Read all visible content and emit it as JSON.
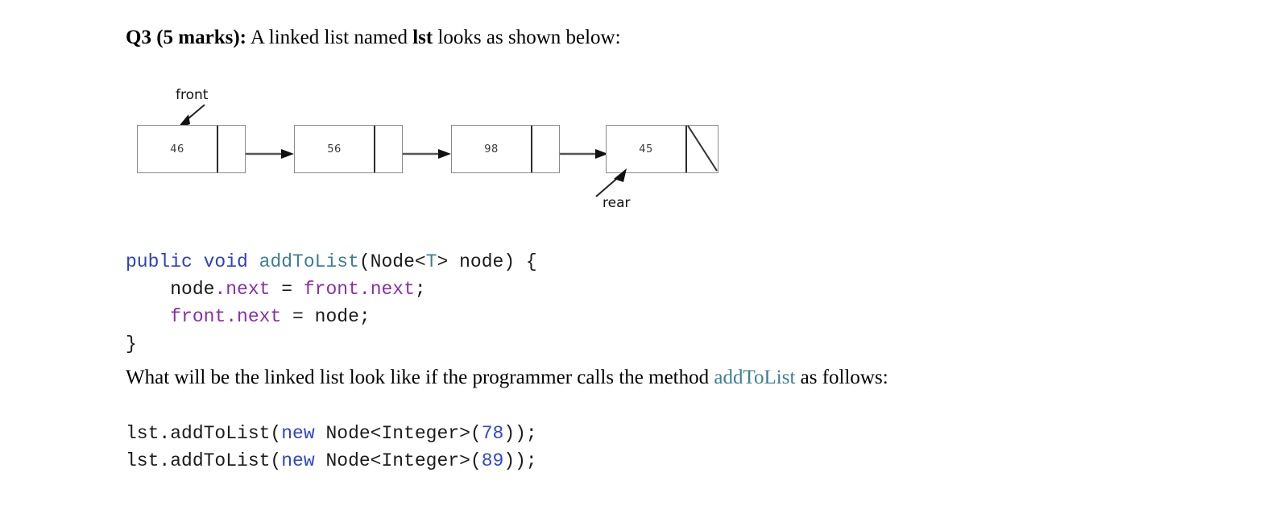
{
  "question": {
    "label": "Q3 (5 marks):",
    "text_before_ref": " A linked list named ",
    "ref": "lst",
    "text_after_ref": " looks as shown below:"
  },
  "diagram": {
    "title": "singly-linked-list",
    "front_label": "front",
    "rear_label": "rear",
    "nodes": [
      {
        "value": "46",
        "has_null_marker": false
      },
      {
        "value": "56",
        "has_null_marker": false
      },
      {
        "value": "98",
        "has_null_marker": false
      },
      {
        "value": "45",
        "has_null_marker": true
      }
    ],
    "colors": {
      "box_border": "#8a8a8a",
      "divider": "#2a2a2a",
      "arrow": "#555555",
      "value_text": "#3a3a3a"
    }
  },
  "code_method": {
    "line1": {
      "kw": "public void ",
      "method": "addToList",
      "rest_a": "(Node<",
      "type": "T",
      "rest_b": "> node) {"
    },
    "line2": {
      "indent": "    ",
      "obj": "node",
      "field": ".next",
      "op": " = ",
      "obj2_field": "front.next",
      "end": ";"
    },
    "line3": {
      "indent": "    ",
      "obj_field": "front.next",
      "op": " = ",
      "obj2": "node",
      "end": ";"
    },
    "line4": "}"
  },
  "prose": {
    "text_before": "What will be the linked list look like if the programmer calls the method ",
    "method_ref": "addToList",
    "text_after": " as follows:"
  },
  "code_calls": {
    "line1": {
      "prefix": "lst.addToList(",
      "new_kw": "new",
      "mid": " Node<Integer>(",
      "num": "78",
      "suffix": "));"
    },
    "line2": {
      "prefix": "lst.addToList(",
      "new_kw": "new",
      "mid": " Node<Integer>(",
      "num": "89",
      "suffix": "));"
    }
  }
}
